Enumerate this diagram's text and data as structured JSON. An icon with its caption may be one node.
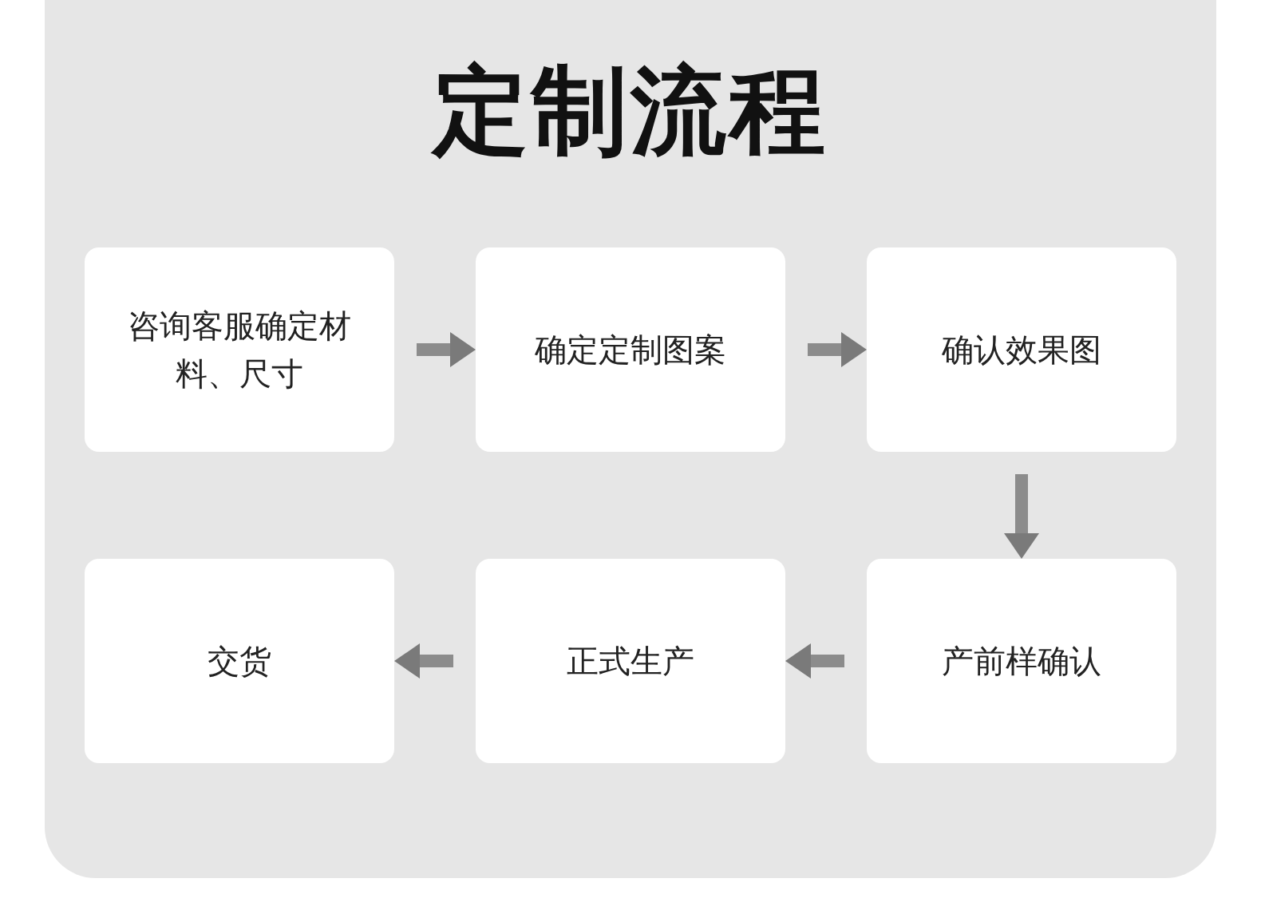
{
  "diagram": {
    "title": "定制流程",
    "nodes": [
      {
        "text": [
          "咨询客服确定材料、尺寸"
        ]
      },
      {
        "text": [
          "确定定制图案"
        ]
      },
      {
        "text": [
          "确认效果图"
        ]
      },
      {
        "text": [
          "交货"
        ]
      },
      {
        "text": [
          "正式生产"
        ]
      },
      {
        "text": [
          "产前样确认"
        ]
      }
    ],
    "edges": [
      {
        "from": 0,
        "to": 1,
        "arrow": "to"
      },
      {
        "from": 1,
        "to": 2,
        "arrow": "to"
      },
      {
        "from": 2,
        "to": 5,
        "arrow": "to"
      },
      {
        "from": 5,
        "to": 4,
        "arrow": "to"
      },
      {
        "from": 4,
        "to": 3,
        "arrow": "to"
      }
    ]
  }
}
